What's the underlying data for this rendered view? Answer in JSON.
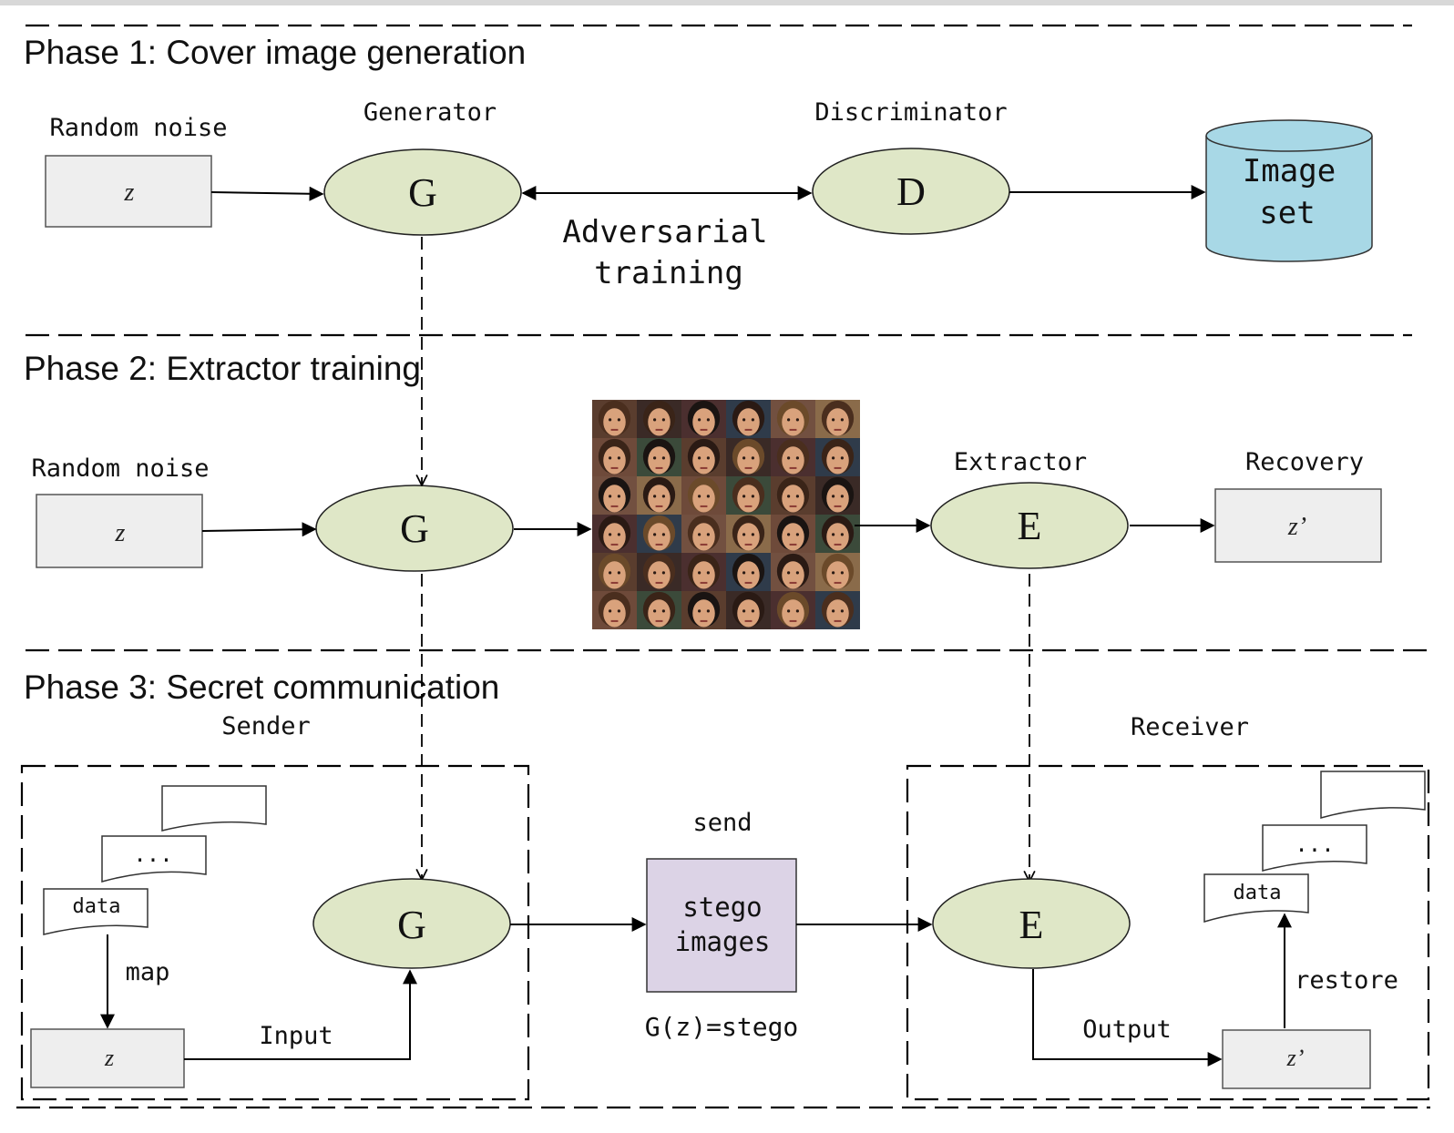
{
  "phases": {
    "phase1": "Phase 1: Cover image generation",
    "phase2": "Phase 2: Extractor training",
    "phase3": "Phase 3: Secret communication"
  },
  "phase1": {
    "noise_label": "Random noise",
    "noise_value": "z",
    "generator_label": "Generator",
    "generator_symbol": "G",
    "discriminator_label": "Discriminator",
    "discriminator_symbol": "D",
    "adversarial_line1": "Adversarial",
    "adversarial_line2": "training",
    "imageset_line1": "Image",
    "imageset_line2": "set"
  },
  "phase2": {
    "noise_label": "Random noise",
    "noise_value": "z",
    "generator_symbol": "G",
    "extractor_label": "Extractor",
    "extractor_symbol": "E",
    "recovery_label": "Recovery",
    "recovery_value": "z’"
  },
  "phase3": {
    "sender_label": "Sender",
    "receiver_label": "Receiver",
    "sender_doc_dots": "...",
    "sender_doc_data": "data",
    "map_label": "map",
    "input_label": "Input",
    "sender_z": "z",
    "generator_symbol": "G",
    "send_label": "send",
    "stego_line1": "stego",
    "stego_line2": "images",
    "formula": "G(z)=stego",
    "extractor_symbol": "E",
    "output_label": "Output",
    "receiver_z": "z’",
    "restore_label": "restore",
    "receiver_doc_dots": "...",
    "receiver_doc_data": "data"
  },
  "colors": {
    "node_fill": "#dfe7c7",
    "box_fill": "#eeeeee",
    "cylinder_fill": "#a8d8e6",
    "stego_fill": "#dcd3e6"
  }
}
